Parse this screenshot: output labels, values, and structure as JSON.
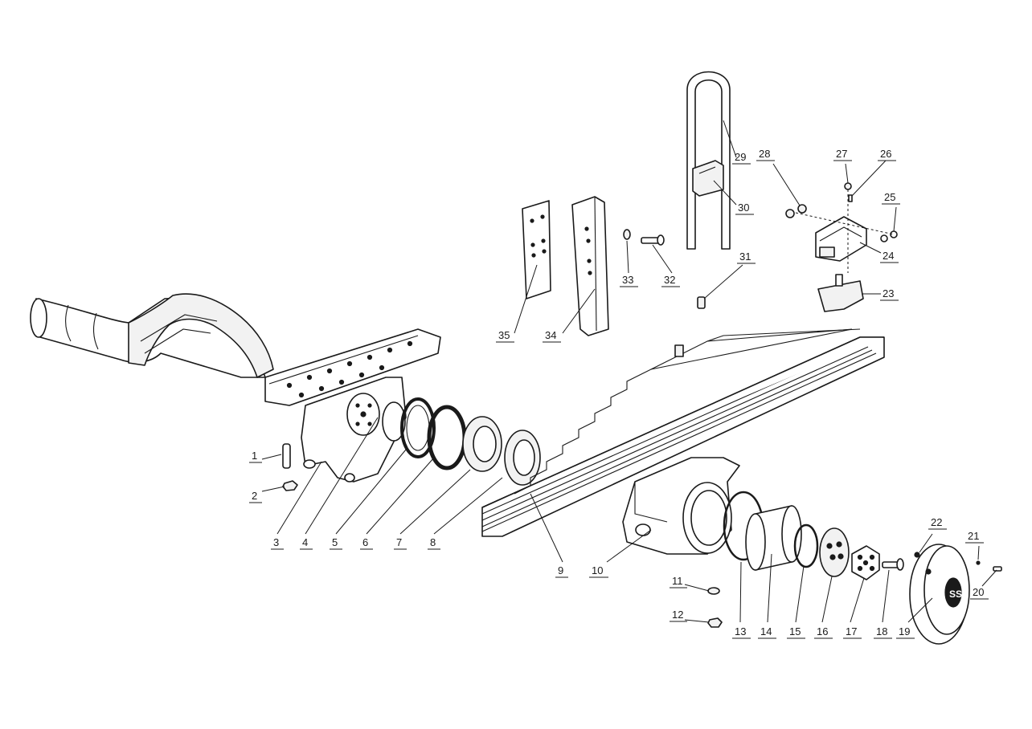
{
  "callouts": [
    {
      "id": "1",
      "label": "1"
    },
    {
      "id": "2",
      "label": "2"
    },
    {
      "id": "3",
      "label": "3"
    },
    {
      "id": "4",
      "label": "4"
    },
    {
      "id": "5",
      "label": "5"
    },
    {
      "id": "6",
      "label": "6"
    },
    {
      "id": "7",
      "label": "7"
    },
    {
      "id": "8",
      "label": "8"
    },
    {
      "id": "9",
      "label": "9"
    },
    {
      "id": "10",
      "label": "10"
    },
    {
      "id": "11",
      "label": "11"
    },
    {
      "id": "12",
      "label": "12"
    },
    {
      "id": "13",
      "label": "13"
    },
    {
      "id": "14",
      "label": "14"
    },
    {
      "id": "15",
      "label": "15"
    },
    {
      "id": "16",
      "label": "16"
    },
    {
      "id": "17",
      "label": "17"
    },
    {
      "id": "18",
      "label": "18"
    },
    {
      "id": "19",
      "label": "19"
    },
    {
      "id": "20",
      "label": "20"
    },
    {
      "id": "21",
      "label": "21"
    },
    {
      "id": "22",
      "label": "22"
    },
    {
      "id": "23",
      "label": "23"
    },
    {
      "id": "24",
      "label": "24"
    },
    {
      "id": "25",
      "label": "25"
    },
    {
      "id": "26",
      "label": "26"
    },
    {
      "id": "27",
      "label": "27"
    },
    {
      "id": "28",
      "label": "28"
    },
    {
      "id": "29",
      "label": "29"
    },
    {
      "id": "30",
      "label": "30"
    },
    {
      "id": "31",
      "label": "31"
    },
    {
      "id": "32",
      "label": "32"
    },
    {
      "id": "33",
      "label": "33"
    },
    {
      "id": "34",
      "label": "34"
    },
    {
      "id": "35",
      "label": "35"
    }
  ],
  "colors": {
    "line": "#1a1a1a",
    "background": "#ffffff",
    "shade": "#f2f2f2"
  }
}
